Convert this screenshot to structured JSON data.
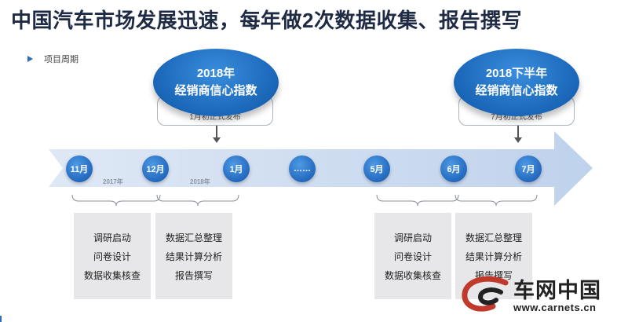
{
  "title": "中国汽车市场发展迅速，每年做2次数据收集、报告撰写",
  "subhead": "项目周期",
  "callouts": [
    {
      "year_line": "2018年",
      "index_line": "经销商信心指数",
      "note": "1月初正式发布"
    },
    {
      "year_line": "2018下半年",
      "index_line": "经销商信心指数",
      "note": "7月初正式发布"
    }
  ],
  "timeline": {
    "nodes": [
      "11月",
      "12月",
      "1月",
      "……",
      "5月",
      "6月",
      "7月"
    ],
    "year_labels": [
      "2017年",
      "2018年"
    ]
  },
  "phases": [
    {
      "lines": [
        "调研启动",
        "问卷设计",
        "数据收集核查"
      ]
    },
    {
      "lines": [
        "数据汇总整理",
        "结果计算分析",
        "报告撰写"
      ]
    },
    {
      "lines": [
        "调研启动",
        "问卷设计",
        "数据收集核查"
      ]
    },
    {
      "lines": [
        "数据汇总整理",
        "结果计算分析",
        "报告撰写"
      ]
    }
  ],
  "logo": {
    "text": "车网中国",
    "url": "www.carnets.cn"
  },
  "colors": {
    "accent": "#1a66b8",
    "band": "#c9d9ee",
    "title": "#1f2a44"
  }
}
